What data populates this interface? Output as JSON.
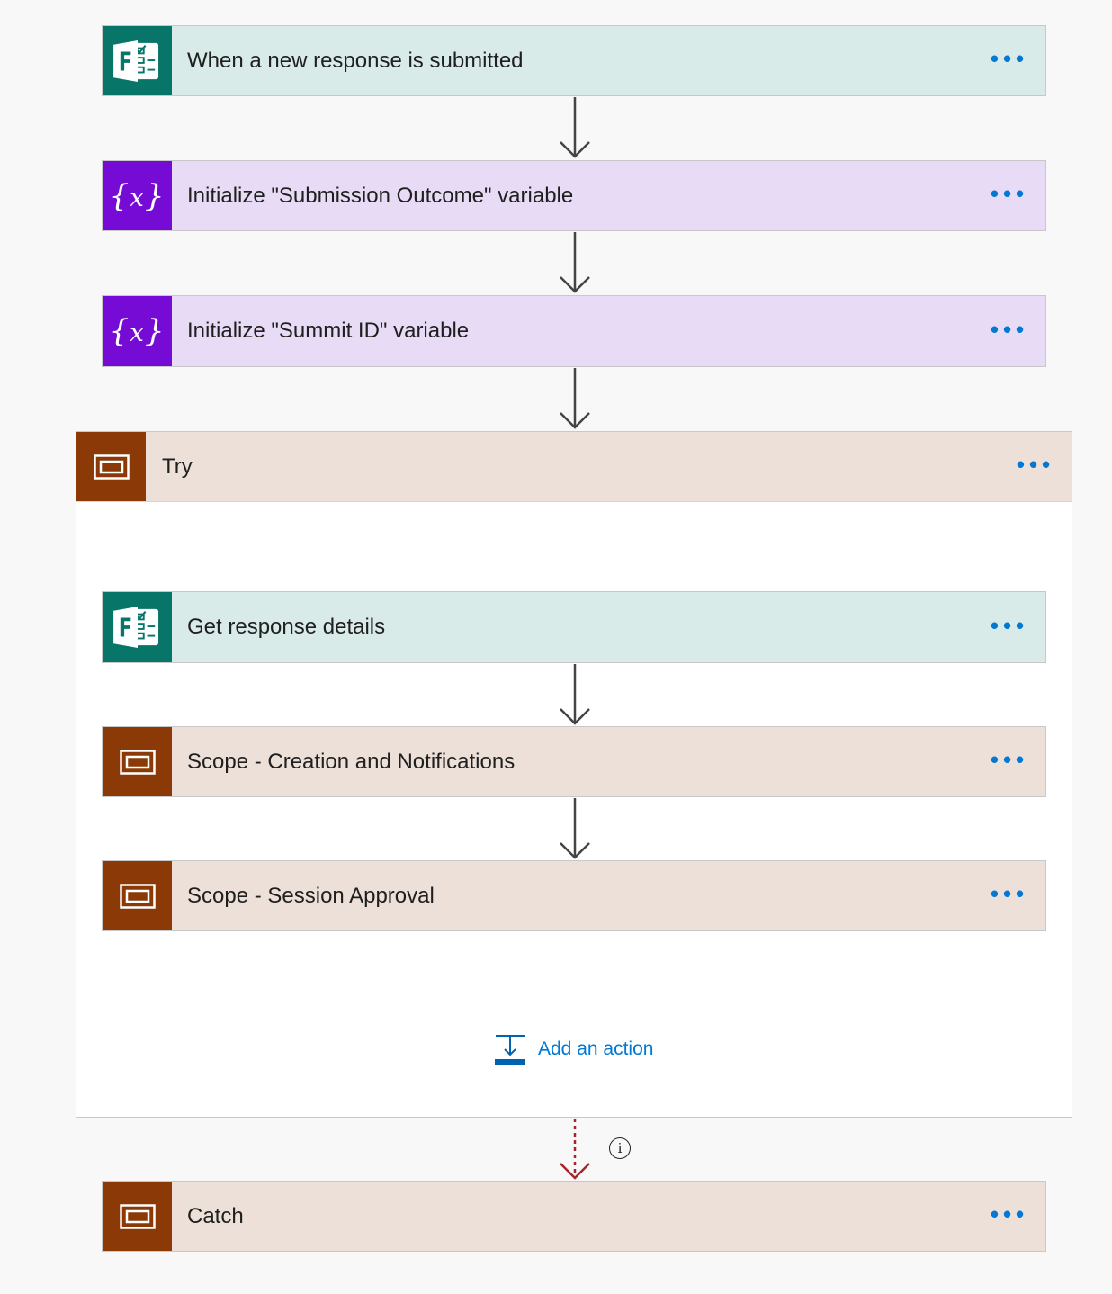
{
  "steps": {
    "trigger": {
      "title": "When a new response is submitted",
      "icon": "forms-icon",
      "more": "..."
    },
    "init_outcome": {
      "title": "Initialize \"Submission Outcome\" variable",
      "icon": "variable-icon",
      "more": "..."
    },
    "init_summit": {
      "title": "Initialize \"Summit ID\" variable",
      "icon": "variable-icon",
      "more": "..."
    },
    "try_scope": {
      "title": "Try",
      "icon": "scope-icon",
      "more": "...",
      "children": {
        "get_response": {
          "title": "Get response details",
          "icon": "forms-icon",
          "more": "..."
        },
        "scope_creation": {
          "title": "Scope - Creation and Notifications",
          "icon": "scope-icon",
          "more": "..."
        },
        "scope_approval": {
          "title": "Scope - Session Approval",
          "icon": "scope-icon",
          "more": "..."
        }
      },
      "add_action_label": "Add an action"
    },
    "catch": {
      "title": "Catch",
      "icon": "scope-icon",
      "more": "..."
    }
  },
  "run_after_info": "i",
  "colors": {
    "forms_accent": "#077568",
    "forms_bg": "#d9ebe8",
    "variable_accent": "#770bd6",
    "variable_bg": "#e8dbf5",
    "scope_accent": "#8b3a07",
    "scope_bg": "#ede0d8",
    "link": "#0078d4",
    "failure_arrow": "#a4262c"
  }
}
